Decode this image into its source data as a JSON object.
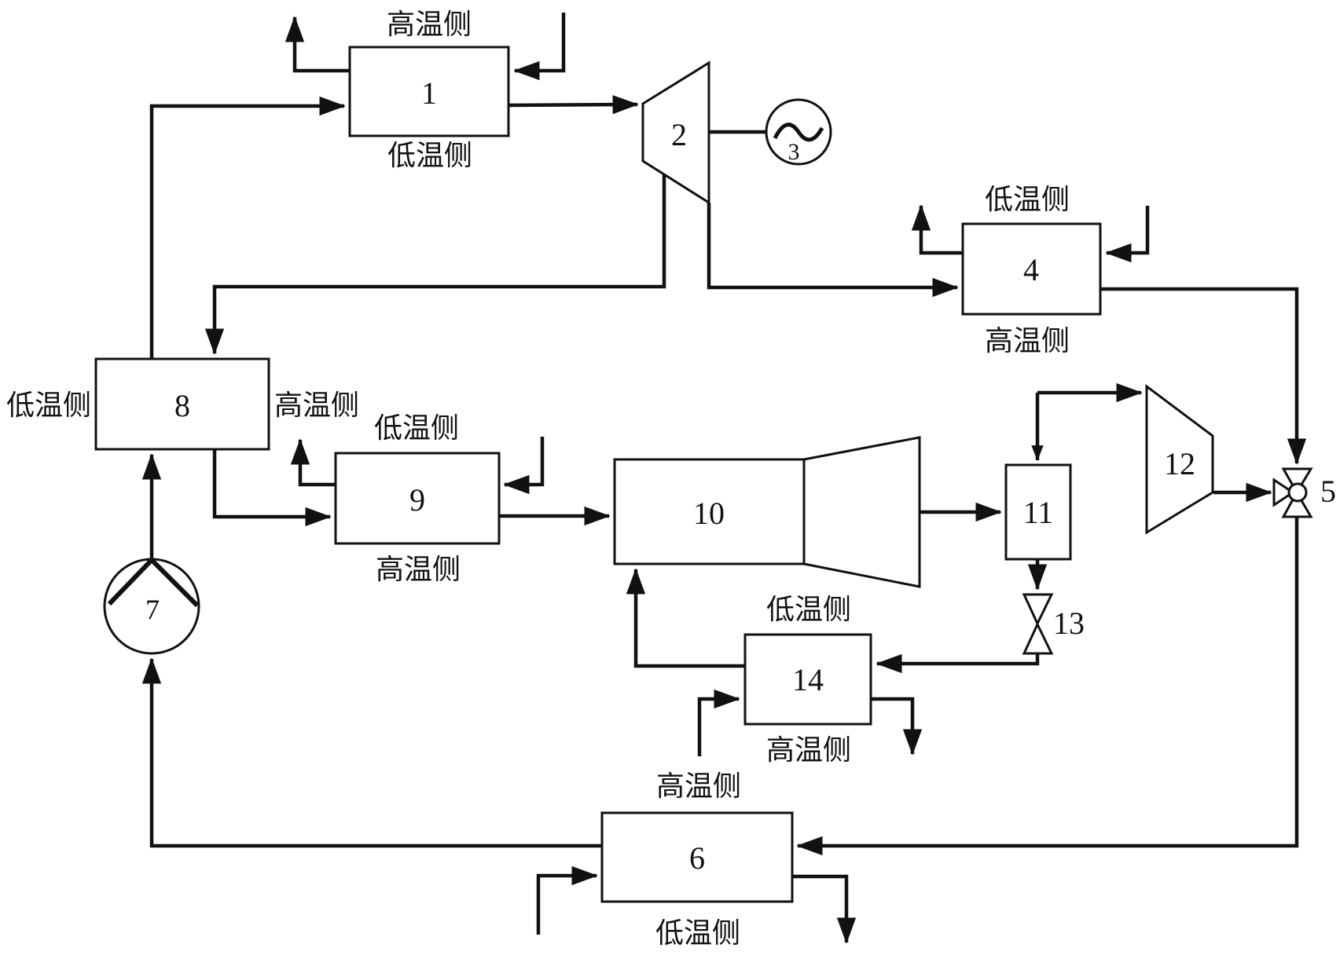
{
  "diagram": {
    "kind": "thermodynamic-cycle-process-flow-diagram",
    "language": "zh-CN",
    "side_labels": {
      "high_temp": "高温侧",
      "low_temp": "低温侧"
    },
    "components": {
      "hx1": {
        "number": "1",
        "top": "高温侧",
        "bottom": "低温侧"
      },
      "turbine2": {
        "number": "2"
      },
      "generator3": {
        "number": "3"
      },
      "hx4": {
        "number": "4",
        "top": "低温侧",
        "bottom": "高温侧"
      },
      "valve5": {
        "number": "5"
      },
      "hx6": {
        "number": "6",
        "top": "高温侧",
        "bottom": "低温侧"
      },
      "pump7": {
        "number": "7"
      },
      "hx8": {
        "number": "8",
        "left": "低温侧",
        "right": "高温侧"
      },
      "hx9": {
        "number": "9",
        "top": "低温侧",
        "bottom": "高温侧"
      },
      "compressor10": {
        "number": "10"
      },
      "separator11": {
        "number": "11"
      },
      "compressor12": {
        "number": "12"
      },
      "valve13": {
        "number": "13"
      },
      "hx14": {
        "number": "14",
        "top": "低温侧",
        "bottom": "高温侧"
      }
    },
    "colors": {
      "line": "#111111",
      "background": "#ffffff"
    }
  }
}
